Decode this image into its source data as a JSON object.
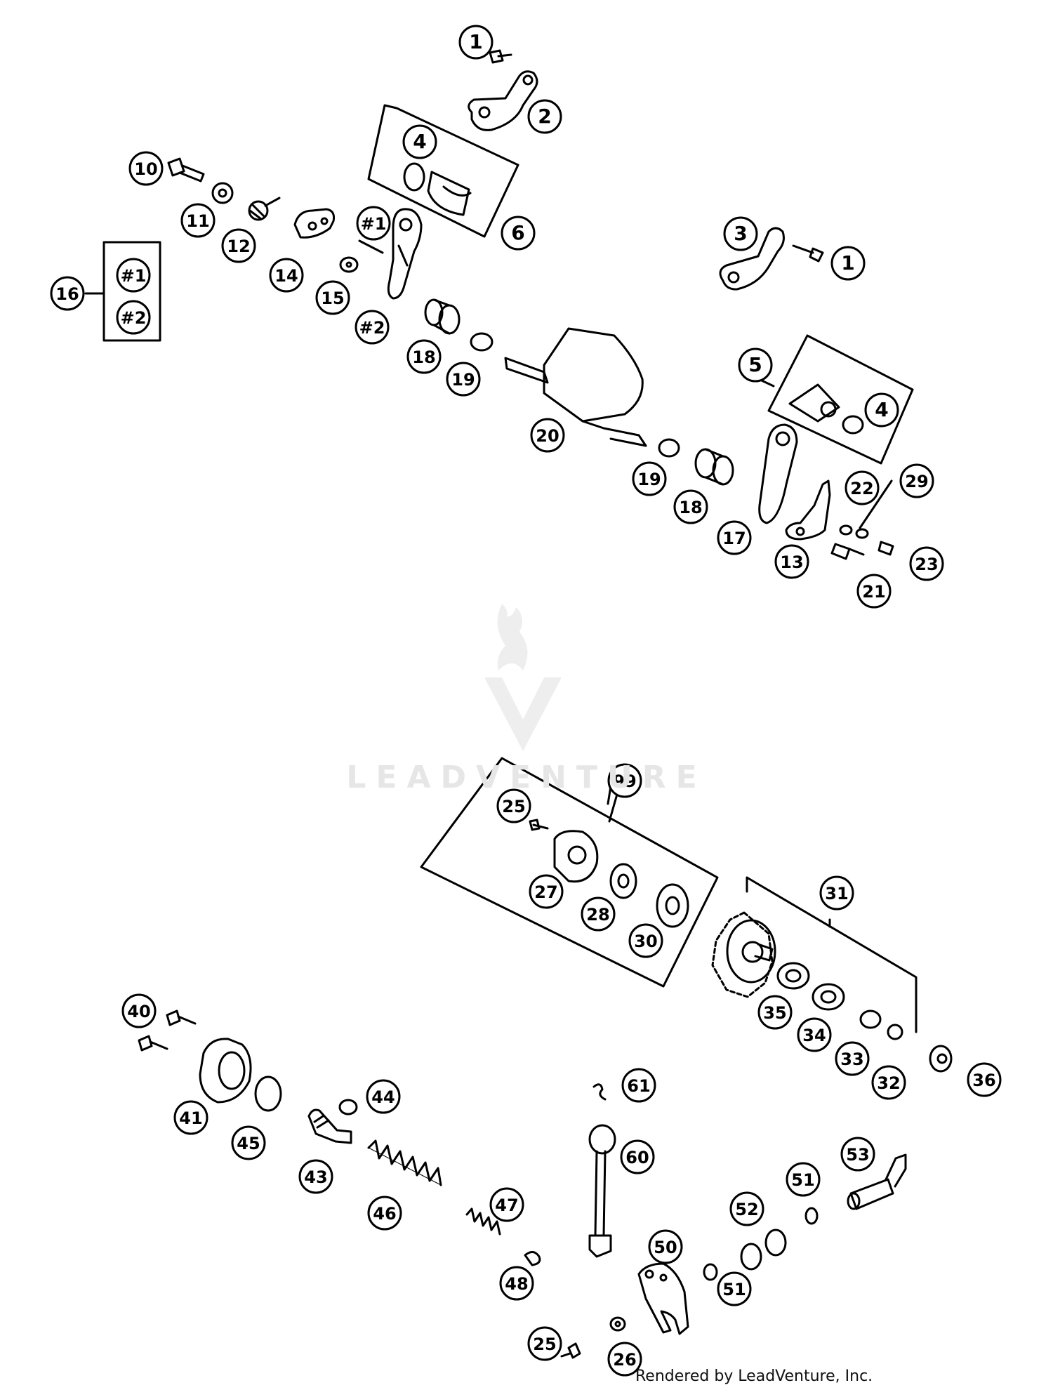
{
  "watermark": {
    "brand": "LEADVENTURE"
  },
  "footer": {
    "credit": "Rendered by LeadVenture, Inc."
  },
  "callouts": [
    {
      "label": "1"
    },
    {
      "label": "2"
    },
    {
      "label": "4"
    },
    {
      "label": "10"
    },
    {
      "label": "11"
    },
    {
      "label": "12"
    },
    {
      "label": "#1"
    },
    {
      "label": "6"
    },
    {
      "label": "14"
    },
    {
      "label": "16"
    },
    {
      "label": "#1"
    },
    {
      "label": "#2"
    },
    {
      "label": "15"
    },
    {
      "label": "#2"
    },
    {
      "label": "18"
    },
    {
      "label": "19"
    },
    {
      "label": "3"
    },
    {
      "label": "1"
    },
    {
      "label": "5"
    },
    {
      "label": "4"
    },
    {
      "label": "20"
    },
    {
      "label": "19"
    },
    {
      "label": "18"
    },
    {
      "label": "17"
    },
    {
      "label": "22"
    },
    {
      "label": "29"
    },
    {
      "label": "13"
    },
    {
      "label": "23"
    },
    {
      "label": "21"
    },
    {
      "label": "99"
    },
    {
      "label": "25"
    },
    {
      "label": "27"
    },
    {
      "label": "28"
    },
    {
      "label": "30"
    },
    {
      "label": "31"
    },
    {
      "label": "35"
    },
    {
      "label": "34"
    },
    {
      "label": "33"
    },
    {
      "label": "32"
    },
    {
      "label": "36"
    },
    {
      "label": "40"
    },
    {
      "label": "41"
    },
    {
      "label": "45"
    },
    {
      "label": "44"
    },
    {
      "label": "43"
    },
    {
      "label": "46"
    },
    {
      "label": "47"
    },
    {
      "label": "48"
    },
    {
      "label": "61"
    },
    {
      "label": "60"
    },
    {
      "label": "50"
    },
    {
      "label": "51"
    },
    {
      "label": "52"
    },
    {
      "label": "51"
    },
    {
      "label": "53"
    },
    {
      "label": "25"
    },
    {
      "label": "26"
    }
  ]
}
